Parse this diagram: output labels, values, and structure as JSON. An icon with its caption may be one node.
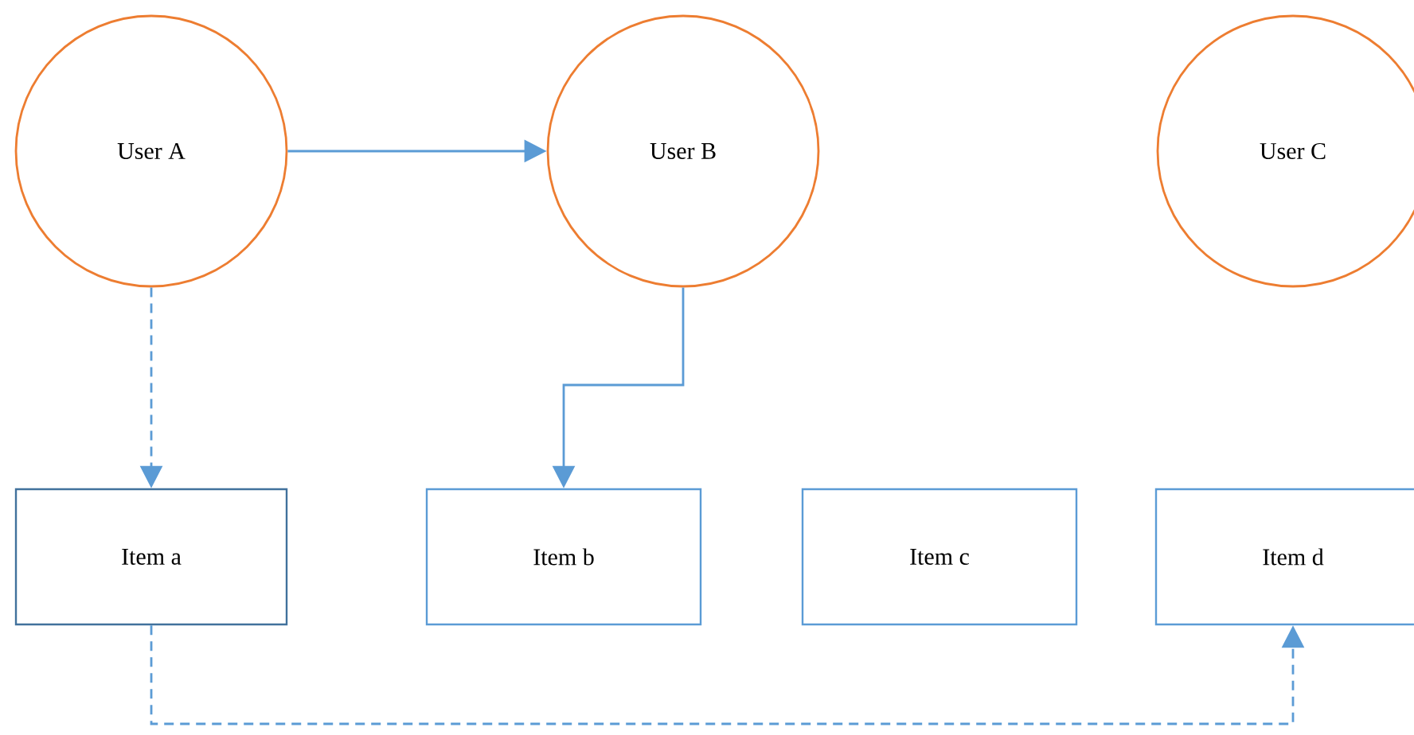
{
  "diagram": {
    "nodes": [
      {
        "text": [
          "User A"
        ]
      },
      {
        "text": [
          "User B"
        ]
      },
      {
        "text": [
          "User C"
        ]
      },
      {
        "text": [
          "Item a"
        ]
      },
      {
        "text": [
          "Item b"
        ]
      },
      {
        "text": [
          "Item c"
        ]
      },
      {
        "text": [
          "Item d"
        ]
      }
    ],
    "edges": [
      {
        "from": 0,
        "to": 1,
        "arrow": "to"
      },
      {
        "from": 0,
        "to": 3,
        "arrow": "to",
        "style": "dashed"
      },
      {
        "from": 1,
        "to": 4,
        "arrow": "to"
      },
      {
        "from": 3,
        "to": 6,
        "arrow": "to",
        "style": "dashed"
      }
    ]
  }
}
